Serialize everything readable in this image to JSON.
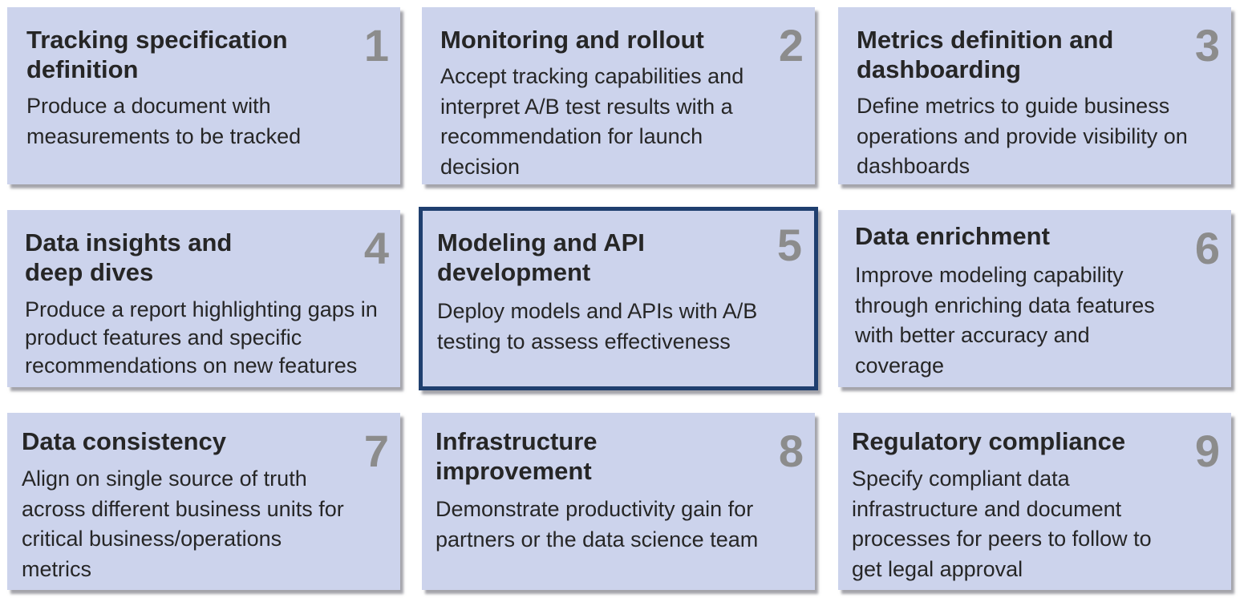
{
  "cards": [
    {
      "number": "1",
      "title": "Tracking specification definition",
      "description": "Produce a document with measurements to be tracked"
    },
    {
      "number": "2",
      "title": "Monitoring and rollout",
      "description": "Accept tracking capabilities and interpret A/B test results with a recommendation for launch decision"
    },
    {
      "number": "3",
      "title": "Metrics definition and dashboarding",
      "description": "Define metrics to guide business operations and provide visibility on dashboards"
    },
    {
      "number": "4",
      "title": "Data insights and deep dives",
      "description": "Produce a report highlighting gaps in product features and specific recommendations on new features"
    },
    {
      "number": "5",
      "title": "Modeling and API development",
      "description": "Deploy models and APIs with A/B testing to assess effectiveness",
      "highlighted": true,
      "highlight_color": "#1f3f6f"
    },
    {
      "number": "6",
      "title": "Data enrichment",
      "description": "Improve modeling capability through enriching data features with better accuracy and coverage"
    },
    {
      "number": "7",
      "title": "Data consistency",
      "description": "Align on single source of truth across different business units for critical business/operations metrics"
    },
    {
      "number": "8",
      "title": "Infrastructure improvement",
      "description": "Demonstrate productivity gain for partners or the data science team"
    },
    {
      "number": "9",
      "title": "Regulatory compliance",
      "description": "Specify compliant data infrastructure and document processes for peers to follow to get legal approval"
    }
  ],
  "colors": {
    "card_fill": "#ccd3ec",
    "text": "#262626",
    "number": "#8c8c8c"
  }
}
